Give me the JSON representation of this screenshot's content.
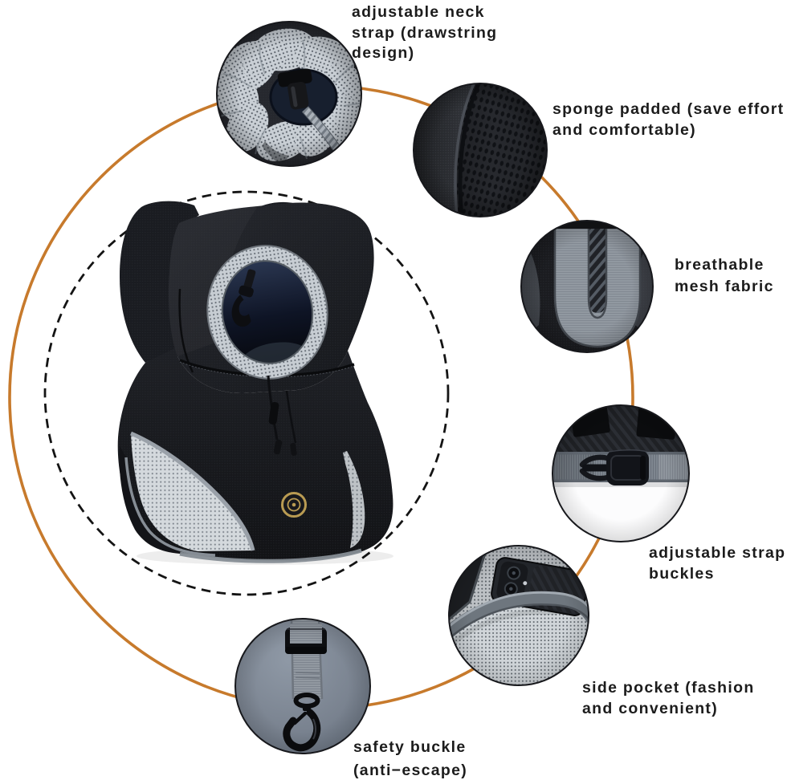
{
  "colors": {
    "background": "#ffffff",
    "accent_ring": "#c77a2c",
    "dashed_ring": "#141414",
    "label_text": "#1c1c1c",
    "bag_fabric": "#1b1d22",
    "mesh_light": "#d2d7db",
    "webbing_gray": "#848b94",
    "pocket_fabric": "#76808f",
    "badge_gold": "#b99b52"
  },
  "callouts": [
    {
      "id": "neck-strap",
      "label": "adjustable neck\nstrap (drawstring\ndesign)"
    },
    {
      "id": "sponge",
      "label": "sponge padded (save effort\nand comfortable)"
    },
    {
      "id": "mesh",
      "label": "breathable\nmesh fabric"
    },
    {
      "id": "buckles",
      "label": "adjustable strap\nbuckles"
    },
    {
      "id": "pocket",
      "label": "side pocket (fashion\nand convenient)"
    },
    {
      "id": "safety",
      "label": "safety buckle\n(anti−escape)"
    }
  ]
}
